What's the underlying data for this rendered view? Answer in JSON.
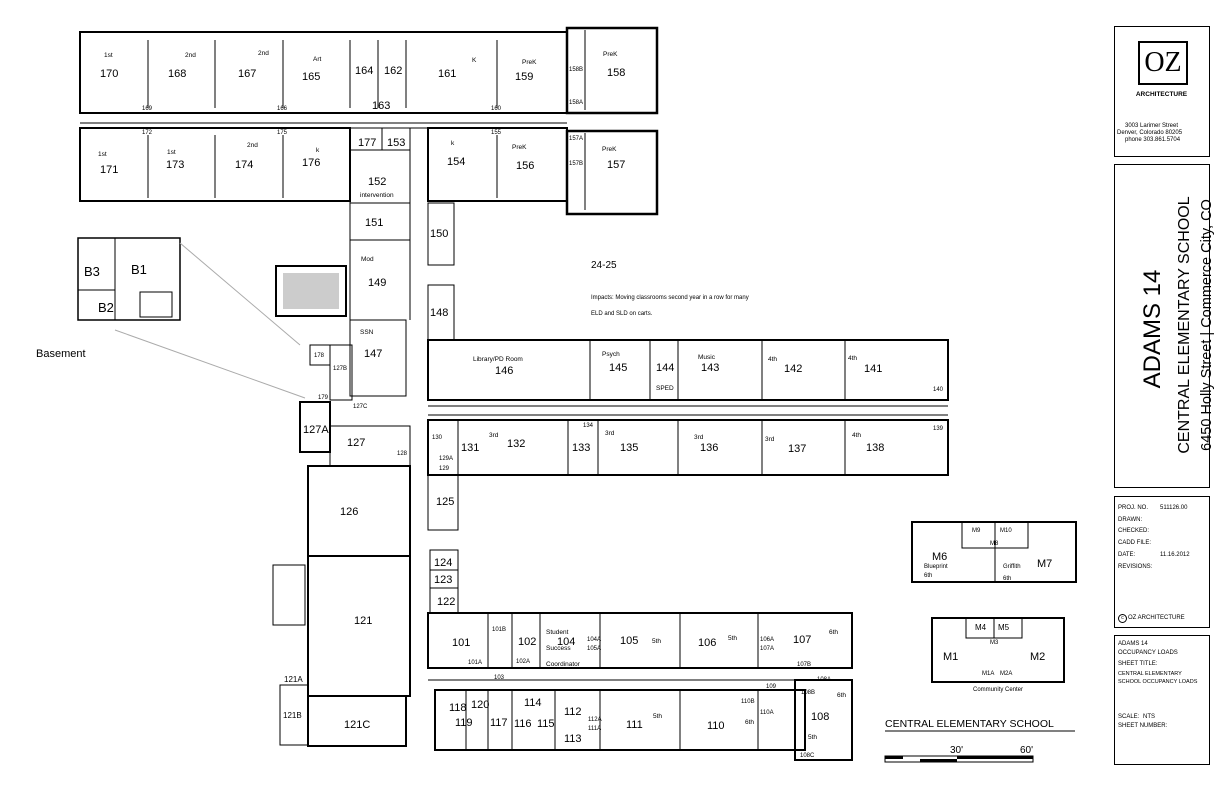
{
  "rooms": {
    "r170": "170",
    "r168": "168",
    "r167": "167",
    "r165": "165",
    "r164": "164",
    "r162": "162",
    "r161": "161",
    "r159": "159",
    "r158": "158",
    "r158B": "158B",
    "r158A": "158A",
    "r169": "169",
    "r166": "166",
    "r163": "163",
    "r160": "160",
    "r171": "171",
    "r173": "173",
    "r174": "174",
    "r176": "176",
    "r177": "177",
    "r153": "153",
    "r152": "152",
    "r154": "154",
    "r156": "156",
    "r157": "157",
    "r157A": "157A",
    "r157B": "157B",
    "r172": "172",
    "r175": "175",
    "r155": "155",
    "r151": "151",
    "r150": "150",
    "r149": "149",
    "r148": "148",
    "r147": "147",
    "r178": "178",
    "r127B": "127B",
    "r179": "179",
    "r127C": "127C",
    "r127A": "127A",
    "r127": "127",
    "r128": "128",
    "r146": "146",
    "r145": "145",
    "r144": "144",
    "r143": "143",
    "r142": "142",
    "r141": "141",
    "r140": "140",
    "r130": "130",
    "r129A": "129A",
    "r129": "129",
    "r131": "131",
    "r132": "132",
    "r133": "133",
    "r134": "134",
    "r135": "135",
    "r136": "136",
    "r137": "137",
    "r138": "138",
    "r139": "139",
    "r125": "125",
    "r126": "126",
    "r124": "124",
    "r123": "123",
    "r122": "122",
    "r121": "121",
    "r121A": "121A",
    "r121B": "121B",
    "r121C": "121C",
    "r101": "101",
    "r101B": "101B",
    "r101A": "101A",
    "r102": "102",
    "r102A": "102A",
    "r103": "103",
    "r104": "104",
    "r104A": "104A",
    "r105A": "105A",
    "r105": "105",
    "r106": "106",
    "r106A": "106A",
    "r107A": "107A",
    "r107": "107",
    "r107B": "107B",
    "r108A": "108A",
    "r108B": "108B",
    "r108": "108",
    "r108C": "108C",
    "r118": "118",
    "r120": "120",
    "r119": "119",
    "r117": "117",
    "r114": "114",
    "r116": "116",
    "r115": "115",
    "r112": "112",
    "r112A": "112A",
    "r111A": "111A",
    "r113": "113",
    "r111": "111",
    "r110": "110",
    "r110B": "110B",
    "r110A": "110A",
    "r109": "109",
    "rB1": "B1",
    "rB2": "B2",
    "rB3": "B3",
    "rM6": "M6",
    "rM7": "M7",
    "rM8": "M8",
    "rM9": "M9",
    "rM10": "M10",
    "rM1": "M1",
    "rM2": "M2",
    "rM3": "M3",
    "rM4": "M4",
    "rM5": "M5",
    "rM1A": "M1A",
    "rM2A": "M2A"
  },
  "room_notes": {
    "n170": "1st",
    "n168": "2nd",
    "n167": "2nd",
    "n165": "Art",
    "n161": "K",
    "n159": "PreK",
    "n158": "PreK",
    "n171": "1st",
    "n173": "1st",
    "n174": "2nd",
    "n176": "k",
    "n152": "intervention",
    "n154": "k",
    "n156": "PreK",
    "n157": "PreK",
    "n149": "Mod",
    "n147": "SSN",
    "n146": "Library/PD Room",
    "n145": "Psych",
    "n144": "SPED",
    "n143": "Music",
    "n142": "4th",
    "n141": "4th",
    "n132": "3rd",
    "n135": "3rd",
    "n136": "3rd",
    "n137": "3rd",
    "n138": "4th",
    "n104a": "Student",
    "n104b": "Success",
    "n104c": "Coordinator",
    "n105": "5th",
    "n106": "5th",
    "n107": "6th",
    "n108a": "6th",
    "n108b": "5th",
    "n111": "5th",
    "n110": "6th",
    "nM6": "Blueprint",
    "nM6b": "6th",
    "nM7": "Griffith",
    "nM7b": "6th"
  },
  "labels": {
    "basement": "Basement",
    "year": "24-25",
    "impacts_line1": "Impacts: Moving classrooms second year in a row for many",
    "impacts_line2": "ELD and SLD on carts.",
    "plan_title": "CENTRAL ELEMENTARY SCHOOL",
    "community_center": "Community Center",
    "scale_30": "30'",
    "scale_60": "60'"
  },
  "title_block": {
    "firm_logo": "OZ",
    "firm_name": "ARCHITECTURE",
    "address1": "3003 Larimer Street",
    "address2": "Denver, Colorado   80205",
    "phone": "phone 303.861.5704",
    "project_title": "ADAMS 14",
    "school_name": "CENTRAL ELEMENTARY SCHOOL",
    "school_address": "6450 Holly Street  |  Commerce City, CO",
    "proj_no_label": "PROJ. NO.",
    "proj_no": "511126.00",
    "drawn_label": "DRAWN:",
    "checked_label": "CHECKED:",
    "cadd_label": "CADD FILE:",
    "date_label": "DATE:",
    "date": "11.16.2012",
    "revisions_label": "REVISIONS:",
    "copyright": "OZ ARCHITECTURE",
    "sheet_project": "ADAMS 14",
    "sheet_subject": "OCCUPANCY LOADS",
    "sheet_title_label": "SHEET TITLE:",
    "sheet_title1": "CENTRAL ELEMENTARY",
    "sheet_title2": "SCHOOL OCCUPANCY LOADS",
    "scale_label": "SCALE:",
    "scale_value": "NTS",
    "sheet_number_label": "SHEET NUMBER:"
  }
}
